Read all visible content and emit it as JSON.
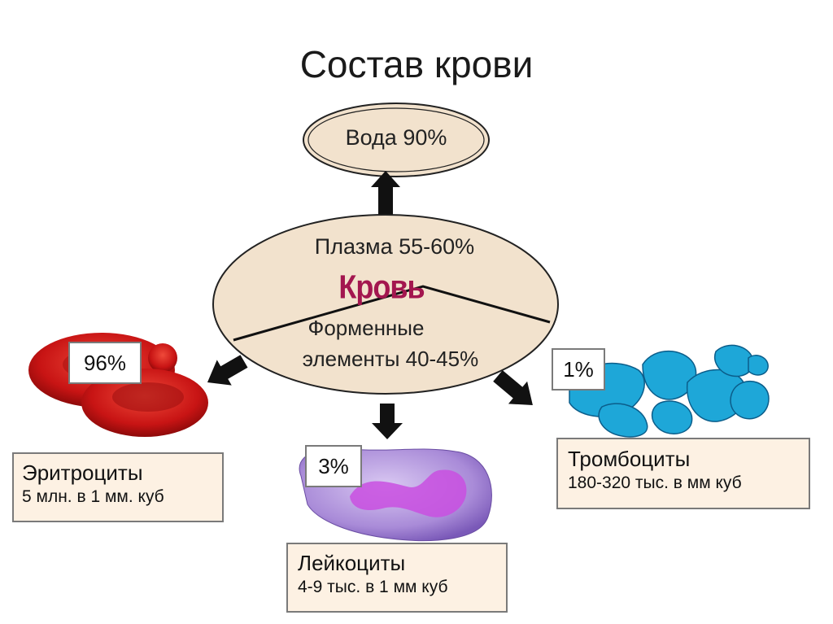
{
  "title": "Состав крови",
  "center": {
    "word": "Кровь",
    "plasma": "Плазма 55-60%",
    "formed_line1": "Форменные",
    "formed_line2": "элементы 40-45%"
  },
  "water": "Вода 90%",
  "erythrocytes": {
    "percent": "96%",
    "name": "Эритроциты",
    "detail": "5 млн. в 1 мм. куб"
  },
  "leukocytes": {
    "percent": "3%",
    "name": "Лейкоциты",
    "detail": "4-9 тыс. в 1 мм куб"
  },
  "platelets": {
    "percent": "1%",
    "name": "Тромбоциты",
    "detail": "180-320 тыс. в мм куб"
  },
  "colors": {
    "oval_fill": "#f2e2cd",
    "box_fill": "#fdf1e3",
    "accent_text": "#a3164f",
    "erythrocyte": "#d21e1e",
    "leukocyte": "#9b6fd1",
    "platelet": "#1aa3d6"
  }
}
